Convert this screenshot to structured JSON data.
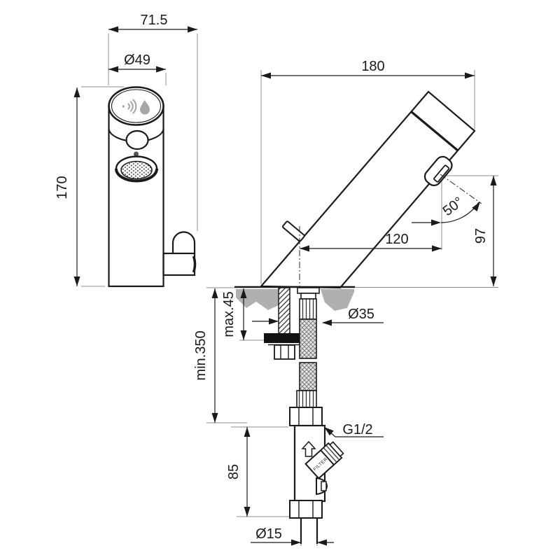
{
  "drawing": {
    "title_semantic": "sensor-faucet-dimensional-drawing",
    "labels": {
      "width_top": "71.5",
      "cap_diameter": "Ø49",
      "front_height": "170",
      "side_length": "180",
      "spout_angle": "50°",
      "spout_reach": "120",
      "outlet_height": "97",
      "deck_thickness": "max.45",
      "hole_diameter": "Ø35",
      "hose_length": "min.350",
      "thread_size": "G1/2",
      "valve_length": "85",
      "pipe_diameter": "Ø15",
      "filter_text": "FILTER"
    },
    "colors": {
      "line": "#1a1a1a",
      "extension_line": "#8c8c8c",
      "counter_fill": "#b0b0b0",
      "icon_gray": "#a6a6a6",
      "plate_black": "#111111"
    }
  }
}
